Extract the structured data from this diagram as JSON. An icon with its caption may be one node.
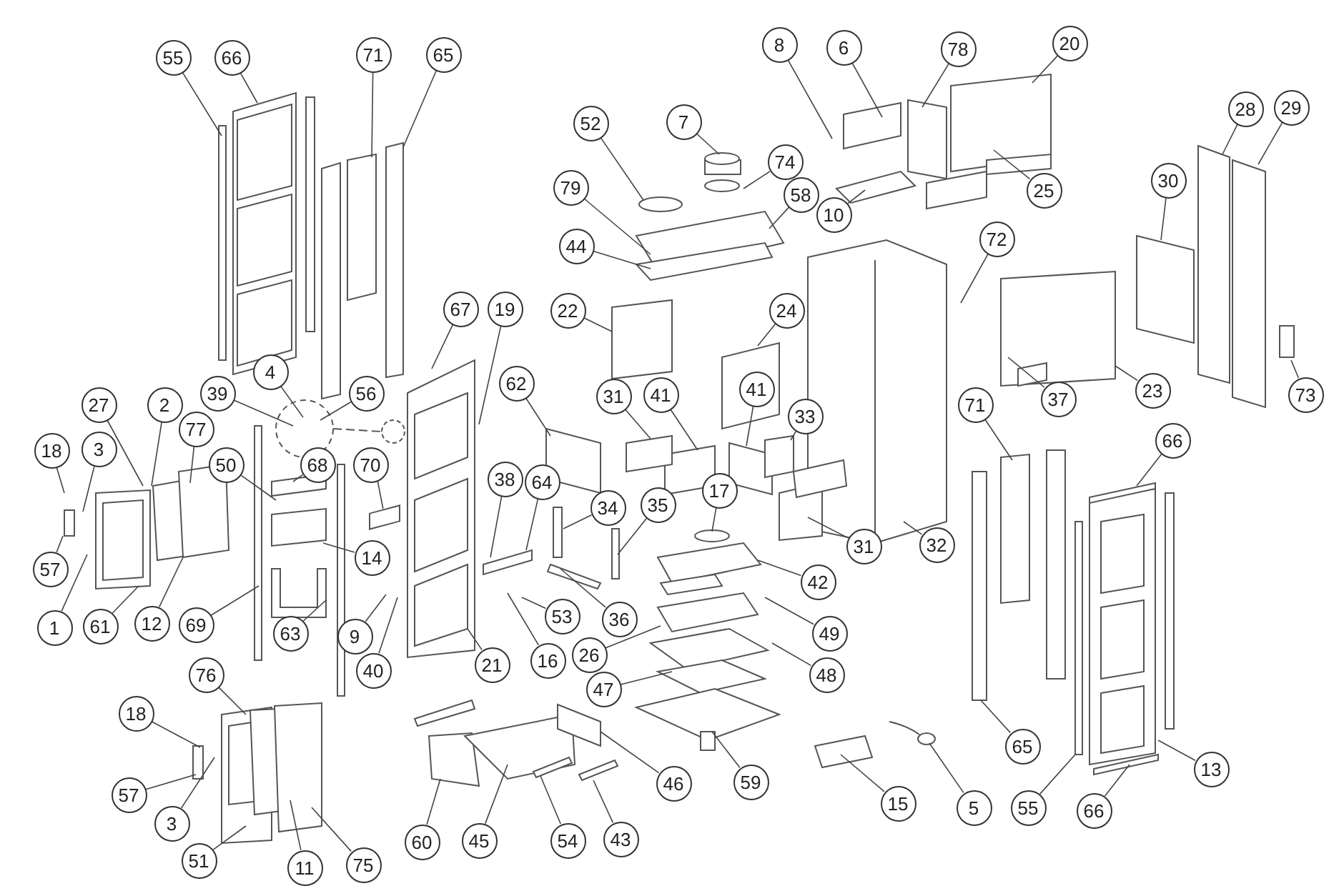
{
  "diagram": {
    "nodes": [
      {
        "text": [
          "55"
        ]
      },
      {
        "text": [
          "66"
        ]
      },
      {
        "text": [
          "71"
        ]
      },
      {
        "text": [
          "65"
        ]
      },
      {
        "text": [
          "8"
        ]
      },
      {
        "text": [
          "6"
        ]
      },
      {
        "text": [
          "78"
        ]
      },
      {
        "text": [
          "20"
        ]
      },
      {
        "text": [
          "28"
        ]
      },
      {
        "text": [
          "29"
        ]
      },
      {
        "text": [
          "7"
        ]
      },
      {
        "text": [
          "52"
        ]
      },
      {
        "text": [
          "74"
        ]
      },
      {
        "text": [
          "79"
        ]
      },
      {
        "text": [
          "58"
        ]
      },
      {
        "text": [
          "10"
        ]
      },
      {
        "text": [
          "25"
        ]
      },
      {
        "text": [
          "30"
        ]
      },
      {
        "text": [
          "72"
        ]
      },
      {
        "text": [
          "44"
        ]
      },
      {
        "text": [
          "67"
        ]
      },
      {
        "text": [
          "19"
        ]
      },
      {
        "text": [
          "22"
        ]
      },
      {
        "text": [
          "24"
        ]
      },
      {
        "text": [
          "4"
        ]
      },
      {
        "text": [
          "62"
        ]
      },
      {
        "text": [
          "41"
        ]
      },
      {
        "text": [
          "41"
        ]
      },
      {
        "text": [
          "31"
        ]
      },
      {
        "text": [
          "37"
        ]
      },
      {
        "text": [
          "23"
        ]
      },
      {
        "text": [
          "73"
        ]
      },
      {
        "text": [
          "39"
        ]
      },
      {
        "text": [
          "56"
        ]
      },
      {
        "text": [
          "27"
        ]
      },
      {
        "text": [
          "2"
        ]
      },
      {
        "text": [
          "33"
        ]
      },
      {
        "text": [
          "71"
        ]
      },
      {
        "text": [
          "77"
        ]
      },
      {
        "text": [
          "66"
        ]
      },
      {
        "text": [
          "18"
        ]
      },
      {
        "text": [
          "3"
        ]
      },
      {
        "text": [
          "50"
        ]
      },
      {
        "text": [
          "68"
        ]
      },
      {
        "text": [
          "70"
        ]
      },
      {
        "text": [
          "38"
        ]
      },
      {
        "text": [
          "64"
        ]
      },
      {
        "text": [
          "17"
        ]
      },
      {
        "text": [
          "34"
        ]
      },
      {
        "text": [
          "35"
        ]
      },
      {
        "text": [
          "32"
        ]
      },
      {
        "text": [
          "31"
        ]
      },
      {
        "text": [
          "14"
        ]
      },
      {
        "text": [
          "57"
        ]
      },
      {
        "text": [
          "42"
        ]
      },
      {
        "text": [
          "53"
        ]
      },
      {
        "text": [
          "36"
        ]
      },
      {
        "text": [
          "12"
        ]
      },
      {
        "text": [
          "1"
        ]
      },
      {
        "text": [
          "61"
        ]
      },
      {
        "text": [
          "69"
        ]
      },
      {
        "text": [
          "63"
        ]
      },
      {
        "text": [
          "9"
        ]
      },
      {
        "text": [
          "49"
        ]
      },
      {
        "text": [
          "26"
        ]
      },
      {
        "text": [
          "16"
        ]
      },
      {
        "text": [
          "21"
        ]
      },
      {
        "text": [
          "40"
        ]
      },
      {
        "text": [
          "76"
        ]
      },
      {
        "text": [
          "48"
        ]
      },
      {
        "text": [
          "47"
        ]
      },
      {
        "text": [
          "18"
        ]
      },
      {
        "text": [
          "65"
        ]
      },
      {
        "text": [
          "13"
        ]
      },
      {
        "text": [
          "46"
        ]
      },
      {
        "text": [
          "59"
        ]
      },
      {
        "text": [
          "57"
        ]
      },
      {
        "text": [
          "15"
        ]
      },
      {
        "text": [
          "5"
        ]
      },
      {
        "text": [
          "55"
        ]
      },
      {
        "text": [
          "66"
        ]
      },
      {
        "text": [
          "3"
        ]
      },
      {
        "text": [
          "60"
        ]
      },
      {
        "text": [
          "45"
        ]
      },
      {
        "text": [
          "54"
        ]
      },
      {
        "text": [
          "43"
        ]
      },
      {
        "text": [
          "51"
        ]
      },
      {
        "text": [
          "75"
        ]
      },
      {
        "text": [
          "11"
        ]
      },
      {
        "text": [],
        "shape": "box"
      }
    ],
    "edges": [
      {
        "from": 0,
        "to": null,
        "arrow": "none"
      },
      {
        "from": 1,
        "to": null,
        "arrow": "none"
      },
      {
        "from": 2,
        "to": null,
        "arrow": "none"
      },
      {
        "from": 3,
        "to": null,
        "arrow": "none"
      },
      {
        "from": 4,
        "to": null,
        "arrow": "none"
      },
      {
        "from": 5,
        "to": null,
        "arrow": "none"
      },
      {
        "from": 6,
        "to": null,
        "arrow": "none"
      },
      {
        "from": 7,
        "to": null,
        "arrow": "none"
      },
      {
        "from": 8,
        "to": null,
        "arrow": "none"
      },
      {
        "from": 9,
        "to": null,
        "arrow": "none"
      },
      {
        "from": 10,
        "to": null,
        "arrow": "none"
      },
      {
        "from": 11,
        "to": null,
        "arrow": "none"
      },
      {
        "from": 12,
        "to": null,
        "arrow": "none"
      },
      {
        "from": 13,
        "to": null,
        "arrow": "none"
      },
      {
        "from": 14,
        "to": null,
        "arrow": "none"
      },
      {
        "from": 15,
        "to": null,
        "arrow": "none"
      },
      {
        "from": 16,
        "to": null,
        "arrow": "none"
      },
      {
        "from": 17,
        "to": null,
        "arrow": "none"
      },
      {
        "from": 18,
        "to": null,
        "arrow": "none"
      },
      {
        "from": 19,
        "to": null,
        "arrow": "none"
      },
      {
        "from": 20,
        "to": null,
        "arrow": "none"
      },
      {
        "from": 21,
        "to": null,
        "arrow": "none"
      },
      {
        "from": 22,
        "to": null,
        "arrow": "none"
      },
      {
        "from": 23,
        "to": null,
        "arrow": "none"
      },
      {
        "from": 24,
        "to": null,
        "arrow": "none"
      },
      {
        "from": 25,
        "to": null,
        "arrow": "none"
      },
      {
        "from": 26,
        "to": null,
        "arrow": "none"
      },
      {
        "from": 27,
        "to": null,
        "arrow": "none"
      },
      {
        "from": 28,
        "to": null,
        "arrow": "none"
      },
      {
        "from": 29,
        "to": null,
        "arrow": "none"
      },
      {
        "from": 30,
        "to": null,
        "arrow": "none"
      },
      {
        "from": 31,
        "to": null,
        "arrow": "none"
      },
      {
        "from": 32,
        "to": null,
        "arrow": "none"
      },
      {
        "from": 33,
        "to": null,
        "arrow": "none"
      },
      {
        "from": 34,
        "to": null,
        "arrow": "none"
      },
      {
        "from": 35,
        "to": null,
        "arrow": "none"
      },
      {
        "from": 36,
        "to": null,
        "arrow": "none"
      },
      {
        "from": 37,
        "to": null,
        "arrow": "none"
      },
      {
        "from": 38,
        "to": null,
        "arrow": "none"
      },
      {
        "from": 39,
        "to": null,
        "arrow": "none"
      },
      {
        "from": 40,
        "to": null,
        "arrow": "none"
      },
      {
        "from": 41,
        "to": null,
        "arrow": "none"
      },
      {
        "from": 42,
        "to": null,
        "arrow": "none"
      },
      {
        "from": 43,
        "to": null,
        "arrow": "none"
      },
      {
        "from": 44,
        "to": 89,
        "arrow": "none"
      },
      {
        "from": 45,
        "to": null,
        "arrow": "none"
      },
      {
        "from": 46,
        "to": null,
        "arrow": "none"
      },
      {
        "from": 47,
        "to": null,
        "arrow": "none"
      },
      {
        "from": 48,
        "to": null,
        "arrow": "none"
      },
      {
        "from": 49,
        "to": null,
        "arrow": "none"
      },
      {
        "from": 50,
        "to": null,
        "arrow": "none"
      },
      {
        "from": 51,
        "to": null,
        "arrow": "none"
      },
      {
        "from": 52,
        "to": null,
        "arrow": "none"
      },
      {
        "from": 53,
        "to": null,
        "arrow": "none"
      },
      {
        "from": 54,
        "to": null,
        "arrow": "none"
      },
      {
        "from": 55,
        "to": null,
        "arrow": "none"
      },
      {
        "from": 56,
        "to": null,
        "arrow": "none"
      },
      {
        "from": 57,
        "to": null,
        "arrow": "none"
      },
      {
        "from": 58,
        "to": null,
        "arrow": "none"
      },
      {
        "from": 59,
        "to": null,
        "arrow": "none"
      },
      {
        "from": 60,
        "to": null,
        "arrow": "none"
      },
      {
        "from": 61,
        "to": null,
        "arrow": "none"
      },
      {
        "from": 62,
        "to": null,
        "arrow": "none"
      },
      {
        "from": 63,
        "to": null,
        "arrow": "none"
      },
      {
        "from": 64,
        "to": null,
        "arrow": "none"
      },
      {
        "from": 65,
        "to": null,
        "arrow": "none"
      },
      {
        "from": 66,
        "to": null,
        "arrow": "none"
      },
      {
        "from": 67,
        "to": null,
        "arrow": "none"
      },
      {
        "from": 68,
        "to": null,
        "arrow": "none"
      },
      {
        "from": 69,
        "to": null,
        "arrow": "none"
      },
      {
        "from": 70,
        "to": null,
        "arrow": "none"
      },
      {
        "from": 71,
        "to": null,
        "arrow": "none"
      },
      {
        "from": 72,
        "to": null,
        "arrow": "none"
      },
      {
        "from": 73,
        "to": null,
        "arrow": "none"
      },
      {
        "from": 74,
        "to": null,
        "arrow": "none"
      },
      {
        "from": 75,
        "to": null,
        "arrow": "none"
      },
      {
        "from": 76,
        "to": null,
        "arrow": "none"
      },
      {
        "from": 77,
        "to": null,
        "arrow": "none"
      },
      {
        "from": 78,
        "to": null,
        "arrow": "none"
      },
      {
        "from": 79,
        "to": null,
        "arrow": "none"
      },
      {
        "from": 80,
        "to": null,
        "arrow": "none"
      },
      {
        "from": 81,
        "to": null,
        "arrow": "none"
      },
      {
        "from": 82,
        "to": null,
        "arrow": "none"
      },
      {
        "from": 83,
        "to": null,
        "arrow": "none"
      },
      {
        "from": 84,
        "to": null,
        "arrow": "none"
      },
      {
        "from": 85,
        "to": null,
        "arrow": "none"
      },
      {
        "from": 86,
        "to": null,
        "arrow": "none"
      },
      {
        "from": 87,
        "to": null,
        "arrow": "none"
      },
      {
        "from": 88,
        "to": null,
        "arrow": "none"
      }
    ]
  }
}
